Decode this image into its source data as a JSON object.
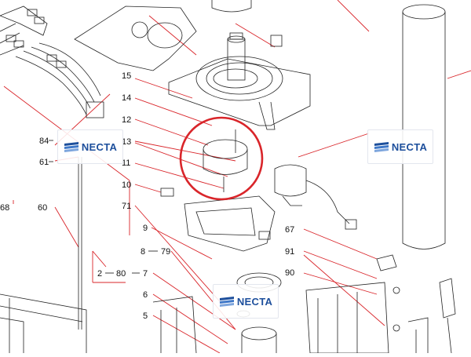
{
  "diagram": {
    "callouts": [
      {
        "id": "c84",
        "text": "84"
      },
      {
        "id": "c61",
        "text": "61"
      },
      {
        "id": "c68",
        "text": "68"
      },
      {
        "id": "c60",
        "text": "60"
      },
      {
        "id": "c15",
        "text": "15"
      },
      {
        "id": "c14",
        "text": "14"
      },
      {
        "id": "c12",
        "text": "12"
      },
      {
        "id": "c13",
        "text": "13"
      },
      {
        "id": "c11",
        "text": "11"
      },
      {
        "id": "c10",
        "text": "10"
      },
      {
        "id": "c71",
        "text": "71"
      },
      {
        "id": "c9",
        "text": "9"
      },
      {
        "id": "c8",
        "text": "8"
      },
      {
        "id": "c79",
        "text": "79"
      },
      {
        "id": "c2",
        "text": "2"
      },
      {
        "id": "c80",
        "text": "80"
      },
      {
        "id": "c7",
        "text": "7"
      },
      {
        "id": "c6",
        "text": "6"
      },
      {
        "id": "c5",
        "text": "5"
      },
      {
        "id": "c67",
        "text": "67"
      },
      {
        "id": "c91",
        "text": "91"
      },
      {
        "id": "c90",
        "text": "90"
      }
    ],
    "highlight_color": "#d9252a",
    "leader_color": "#d9252a",
    "line_color": "#222222"
  },
  "watermarks": [
    {
      "id": "wm-left",
      "text": "NECTA"
    },
    {
      "id": "wm-right",
      "text": "NECTA"
    },
    {
      "id": "wm-bottom",
      "text": "NECTA"
    }
  ]
}
